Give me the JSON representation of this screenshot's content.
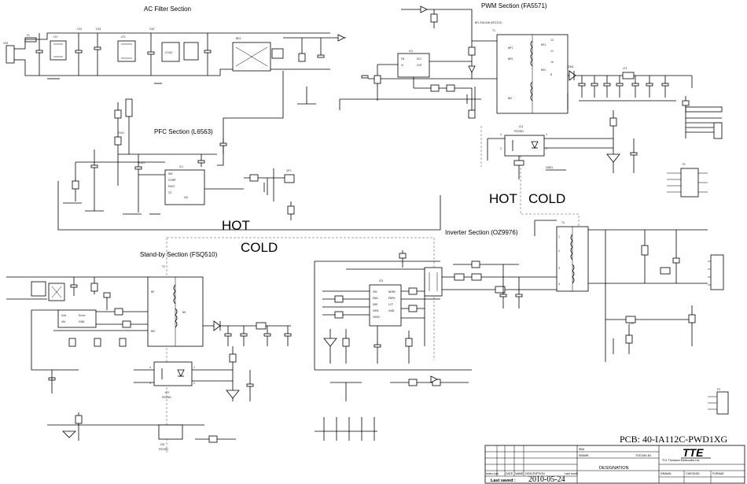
{
  "sections": {
    "ac_filter": "AC Filter Section",
    "pwm": "PWM Section (FA5571)",
    "pfc": "PFC Section (L6563)",
    "standby": "Stand-by Section (FSQ510)",
    "inverter": "Inverter Section (OZ9976)"
  },
  "zones": {
    "hot_center": "HOT",
    "cold_center": "COLD",
    "hot_right": "HOT",
    "cold_right": "COLD"
  },
  "pcb_label": "PCB: 40-IA112C-PWD1XG",
  "title_block": {
    "logo": "TTE",
    "sbu_label": "SBU",
    "sname_label": "SNAME",
    "model": "TOC/160-N1",
    "designation_label": "DESIGNATION",
    "index_lab": "Index.Lab",
    "date_col": "DATE",
    "name_col": "NAME",
    "description_col": "DESCRIPTION",
    "last_modif": "Last modif",
    "last_saved_label": "Last saved :",
    "last_saved_date": "2010-05-24",
    "drawn_label": "DRAWN",
    "checked_label": "CHECKED",
    "fmt_label": "FORMAT"
  }
}
